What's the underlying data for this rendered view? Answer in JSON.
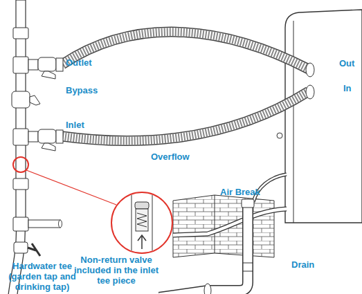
{
  "diagram": {
    "labels": [
      "Outlet",
      "Out",
      "Bypass",
      "In",
      "Inlet",
      "Overflow",
      "Air Break",
      "Non-return valve included in the inlet tee piece",
      "Hardwater tee (garden tap and drinking tap)",
      "Drain"
    ]
  }
}
